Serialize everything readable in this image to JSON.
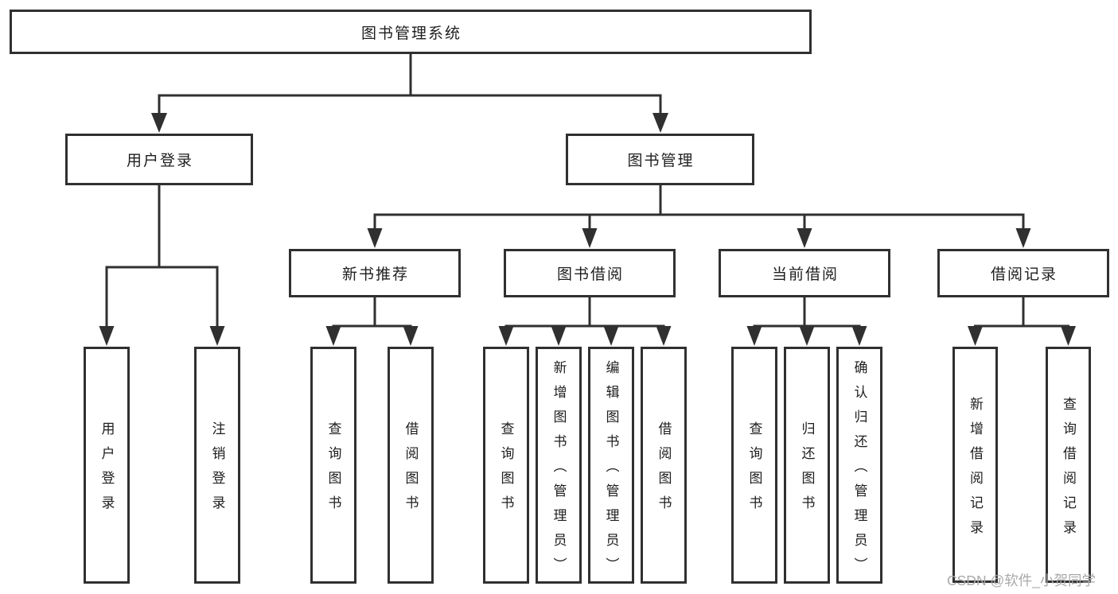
{
  "watermark": {
    "text": "CSDN @软件_小贺同学"
  },
  "colors": {
    "line": "#303030",
    "box_border": "#303030",
    "text": "#1e1e1e",
    "watermark": "#a9a9a9",
    "background": "#ffffff"
  },
  "tree": {
    "label": "图书管理系统",
    "children": [
      {
        "label": "用户登录",
        "children": [
          {
            "label": "用户登录"
          },
          {
            "label": "注销登录"
          }
        ]
      },
      {
        "label": "图书管理",
        "children": [
          {
            "label": "新书推荐",
            "children": [
              {
                "label": "查询图书"
              },
              {
                "label": "借阅图书"
              }
            ]
          },
          {
            "label": "图书借阅",
            "children": [
              {
                "label": "查询图书"
              },
              {
                "label": "新增图书（管理员）"
              },
              {
                "label": "编辑图书（管理员）"
              },
              {
                "label": "借阅图书"
              }
            ]
          },
          {
            "label": "当前借阅",
            "children": [
              {
                "label": "查询图书"
              },
              {
                "label": "归还图书"
              },
              {
                "label": "确认归还（管理员）"
              }
            ]
          },
          {
            "label": "借阅记录",
            "children": [
              {
                "label": "新增借阅记录"
              },
              {
                "label": "查询借阅记录"
              }
            ]
          }
        ]
      }
    ]
  }
}
